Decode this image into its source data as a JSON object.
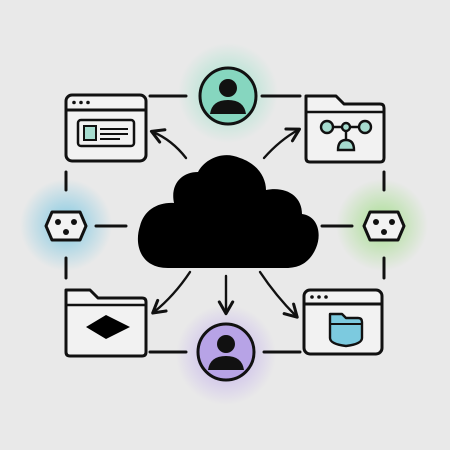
{
  "diagram": {
    "nodes": [
      {
        "id": "user-top",
        "icon": "user-avatar-icon"
      },
      {
        "id": "user-bottom",
        "icon": "user-avatar-icon"
      },
      {
        "id": "browser-top-left",
        "icon": "browser-window-icon"
      },
      {
        "id": "folder-top-right",
        "icon": "folder-network-icon"
      },
      {
        "id": "folder-bottom-left",
        "icon": "folder-diamond-icon"
      },
      {
        "id": "browser-bottom-right",
        "icon": "browser-folder-icon"
      },
      {
        "id": "connector-left",
        "icon": "connector-plug-icon"
      },
      {
        "id": "connector-right",
        "icon": "connector-plug-icon"
      },
      {
        "id": "cloud-center",
        "icon": "cloud-icon"
      }
    ],
    "colors": {
      "background": "#e9e9e9",
      "stroke": "#111111",
      "teal": "#86d6bf",
      "teal_light": "#a6dccf",
      "cyan": "#7ccadf",
      "green": "#9ad98a",
      "purple": "#b7a3e6",
      "panel": "#f2f2f2"
    }
  }
}
